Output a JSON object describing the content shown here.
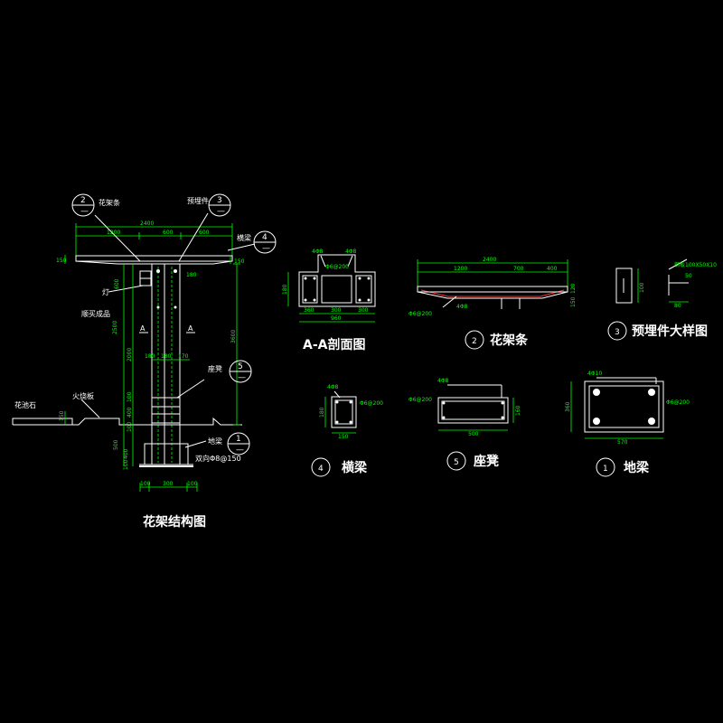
{
  "main_drawing": {
    "title": "花架结构图",
    "labels": {
      "pergola_strip": "花架条",
      "embedded_part": "预埋件",
      "cross_beam": "横梁",
      "lamp": "灯",
      "lamp_note": "顺买成品",
      "seat": "座凳",
      "flower_bed": "花池石",
      "flame_slab": "火烧板",
      "ground_beam": "地梁",
      "pile_note": "双向Φ8@150",
      "section_a_left": "A",
      "section_a_right": "A"
    },
    "callouts": {
      "strip": {
        "num": "2",
        "sheet": "—"
      },
      "embed": {
        "num": "3",
        "sheet": "—"
      },
      "beam": {
        "num": "4",
        "sheet": "—"
      },
      "seat": {
        "num": "5",
        "sheet": "—"
      },
      "ground": {
        "num": "1",
        "sheet": "—"
      }
    },
    "dims": {
      "top_total": "2400",
      "top_left": "1200",
      "top_mid": "600",
      "top_right": "600",
      "left_top": "150",
      "left_a": "600",
      "left_b": "2500",
      "left_c": "2000",
      "left_d": "100",
      "left_e": "400",
      "left_f": "100",
      "left_g": "500",
      "left_h": "400",
      "left_i": "100",
      "right_top": "150",
      "right_big": "3600",
      "ground_h": "150",
      "col_w": "180",
      "base_l": "100",
      "base_m": "300",
      "base_r": "100",
      "inner_a": "180",
      "inner_b": "180",
      "inner_c": "170"
    }
  },
  "section_aa": {
    "title": "A-A剖面图",
    "rebar_left": "4Φ8",
    "rebar_right": "4Φ8",
    "stirrup": "Φ6@200",
    "dim_height": "180",
    "dim_a": "360",
    "dim_b": "300",
    "dim_c": "300",
    "dim_total": "960"
  },
  "pergola_strip": {
    "num": "2",
    "title": "花架条",
    "stirrup": "Φ6@200",
    "rebar": "4Φ8",
    "dim_total": "2400",
    "dim_a": "1200",
    "dim_b": "700",
    "dim_c": "400",
    "dim_h1": "120",
    "dim_h2": "150"
  },
  "embed_detail": {
    "num": "3",
    "title": "预埋件大样图",
    "plate_note": "钢板100X50X10",
    "dim_a": "100",
    "dim_b": "80",
    "dim_c": "50"
  },
  "cross_beam": {
    "num": "4",
    "title": "横梁",
    "rebar": "4Φ8",
    "stirrup": "Φ6@200",
    "dim_h": "180",
    "dim_w": "150"
  },
  "seat": {
    "num": "5",
    "title": "座凳",
    "rebar": "4Φ8",
    "stirrup": "Φ6@200",
    "dim_h": "160",
    "dim_w": "500"
  },
  "ground_beam": {
    "num": "1",
    "title": "地梁",
    "rebar": "4Φ10",
    "stirrup": "Φ6@200",
    "dim_h": "360",
    "dim_w": "570"
  }
}
